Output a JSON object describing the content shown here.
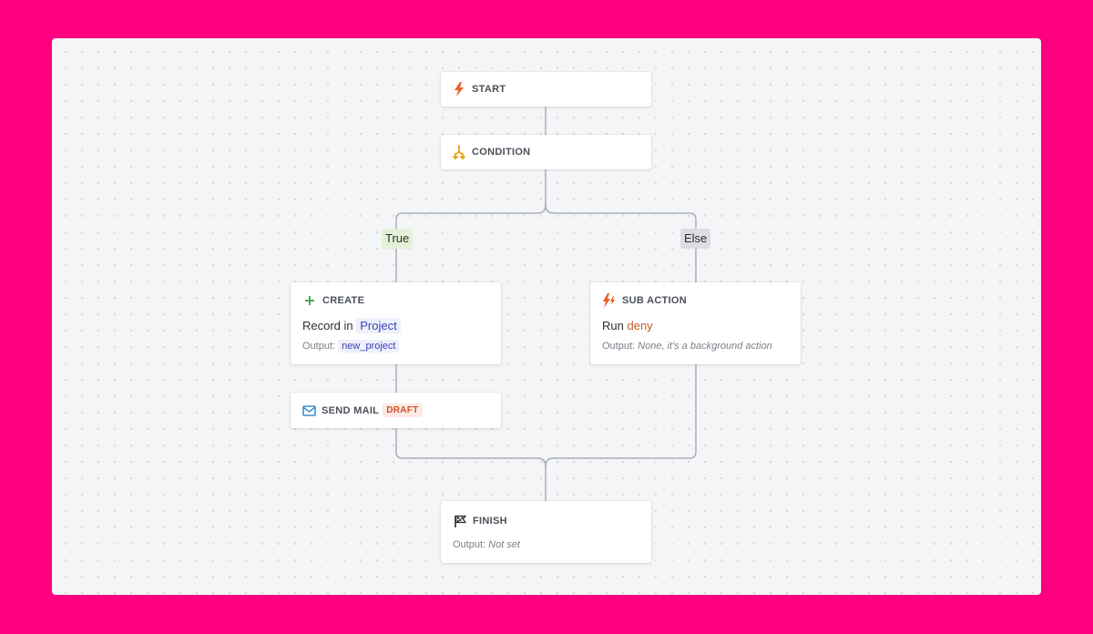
{
  "nodes": {
    "start": {
      "label": "START",
      "icon": "lightning-icon"
    },
    "condition": {
      "label": "CONDITION",
      "icon": "branch-icon"
    },
    "create": {
      "label": "CREATE",
      "icon": "plus-icon",
      "body_prefix": "Record in",
      "body_target": "Project",
      "output_label": "Output:",
      "output_value": "new_project"
    },
    "sub_action": {
      "label": "SUB ACTION",
      "icon": "lightning-double-icon",
      "body_prefix": "Run",
      "body_target": "deny",
      "output_label": "Output:",
      "output_value": "None, it's a background action"
    },
    "send_mail": {
      "label": "SEND MAIL",
      "badge": "DRAFT",
      "icon": "mail-icon"
    },
    "finish": {
      "label": "FINISH",
      "icon": "flag-icon",
      "output_label": "Output:",
      "output_value": "Not set"
    }
  },
  "branches": {
    "true_label": "True",
    "else_label": "Else"
  },
  "colors": {
    "background": "#ff0080",
    "canvas": "#f4f5f7",
    "connector": "#a9aeb7",
    "true_chip": "#e4f1d6",
    "else_chip": "#dcdee3",
    "project_link": "#3b41b8",
    "deny_link": "#c85b22",
    "draft_badge": "#d2512b"
  }
}
